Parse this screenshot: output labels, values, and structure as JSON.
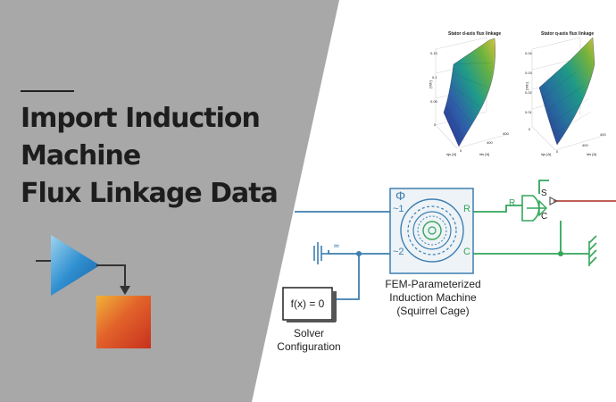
{
  "title": {
    "line1": "Import Induction",
    "line2": "Machine",
    "line3": "Flux Linkage Data"
  },
  "plots": {
    "left": {
      "title": "Stator d-axis flux linkage",
      "zlabel": "[Wb]",
      "xlabel": "iqs [A]",
      "ylabel": "ids [A]",
      "zticks": [
        "0.15",
        "0.1",
        "0.05",
        "0"
      ],
      "xticks": [
        "0",
        "200",
        "400"
      ],
      "yticks": [
        "0",
        "400"
      ]
    },
    "right": {
      "title": "Stator q-axis flux linkage",
      "zlabel": "[Wb]",
      "xlabel": "iqs [A]",
      "ylabel": "ids [A]",
      "zticks": [
        "0.04",
        "0.03",
        "0.02",
        "0.01",
        "0"
      ],
      "xticks": [
        "0",
        "200",
        "400"
      ],
      "yticks": [
        "0",
        "400"
      ]
    }
  },
  "diagram": {
    "machine": {
      "port_phi": "Φ",
      "port_1": "~1",
      "port_2": "~2",
      "port_R": "R",
      "port_C": "C",
      "caption_line1": "FEM-Parameterized",
      "caption_line2": "Induction Machine",
      "caption_line3": "(Squirrel Cage)"
    },
    "solver": {
      "label": "f(x) = 0",
      "caption_line1": "Solver",
      "caption_line2": "Configuration"
    },
    "sensor": {
      "port_R": "R",
      "port_S": "S",
      "port_C": "C"
    },
    "ground_label": "≃"
  },
  "colors": {
    "gray_panel": "#a8a8a8",
    "wire_blue": "#3d7fb0",
    "wire_green": "#33a65a",
    "wire_red": "#b44a3e"
  }
}
